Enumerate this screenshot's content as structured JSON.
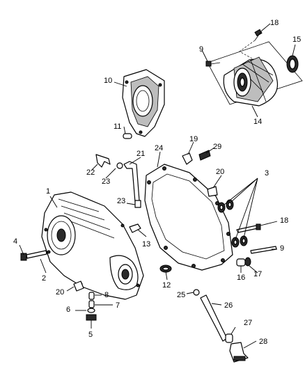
{
  "callouts": [
    "1",
    "2",
    "3",
    "4",
    "5",
    "6",
    "7",
    "8",
    "9",
    "9",
    "10",
    "11",
    "12",
    "13",
    "14",
    "15",
    "16",
    "17",
    "18",
    "18",
    "19",
    "20",
    "20",
    "21",
    "22",
    "23",
    "23",
    "24",
    "25",
    "26",
    "27",
    "28",
    "29"
  ]
}
